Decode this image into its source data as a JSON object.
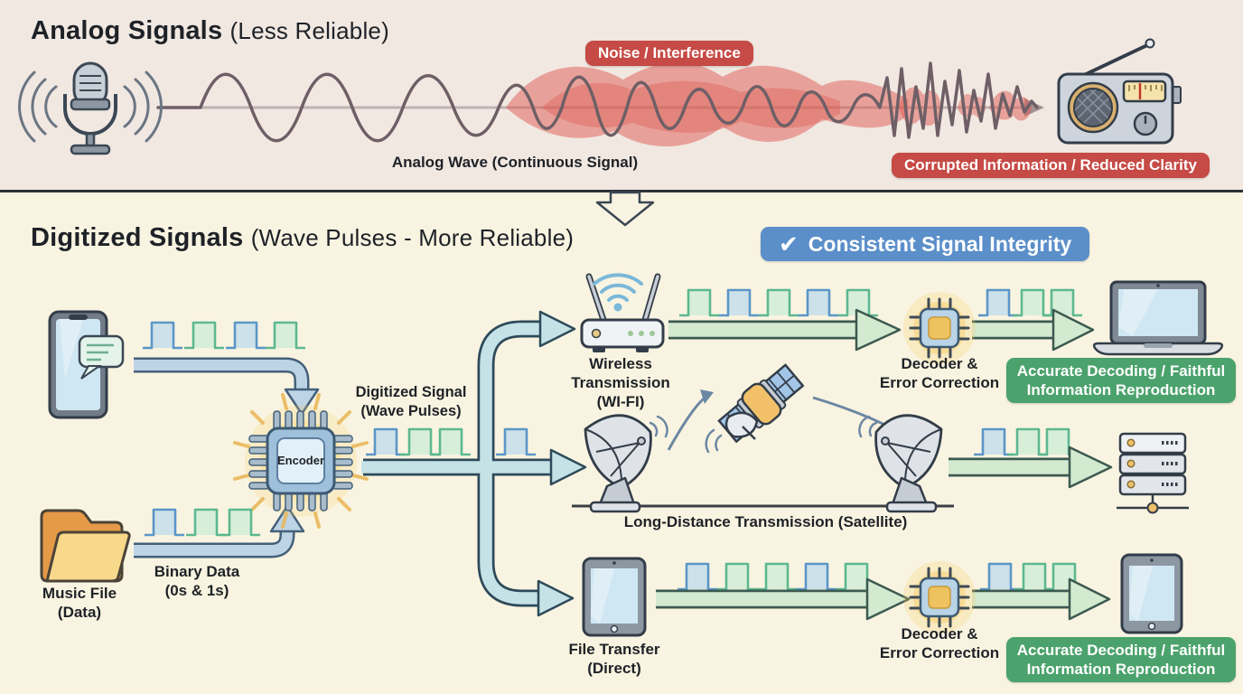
{
  "colors": {
    "top_background": "#f1e8e2",
    "bottom_background": "#f9f4e1",
    "badge_red": "#c64a45",
    "badge_blue": "#5b8fc9",
    "badge_green": "#4ba26c",
    "text": "#1e2227",
    "pulse_blue": "#5a96c8",
    "pulse_green": "#5cb890",
    "pipe_cyan": "#c5e3e7",
    "arrow_steel_blue": "#bdd3e6",
    "arrow_green": "#d3ead0",
    "noise_red": "#e05a52"
  },
  "icons": {
    "check": "✔"
  },
  "analog": {
    "title": "Analog Signals",
    "subtitle": "(Less Reliable)",
    "noise_badge": "Noise / Interference",
    "wave_label": "Analog Wave (Continuous Signal)",
    "corrupted_badge": "Corrupted Information / Reduced Clarity"
  },
  "digital": {
    "title": "Digitized Signals",
    "subtitle": "(Wave Pulses - More Reliable)",
    "integrity_badge": "Consistent Signal Integrity",
    "encoder": "Encoder",
    "digitized_signal": {
      "line1": "Digitized Signal",
      "line2": "(Wave Pulses)"
    },
    "music_file": {
      "line1": "Music File",
      "line2": "(Data)"
    },
    "binary_data": {
      "line1": "Binary Data",
      "line2": "(0s & 1s)"
    },
    "wifi": {
      "line1": "Wireless Transmission",
      "line2": "(WI-FI)"
    },
    "satellite_label": "Long-Distance Transmission (Satellite)",
    "file_transfer": {
      "line1": "File Transfer",
      "line2": "(Direct)"
    },
    "decoder_top": {
      "line1": "Decoder &",
      "line2": "Error Correction"
    },
    "decoder_bottom": {
      "line1": "Decoder &",
      "line2": "Error Correction"
    },
    "accurate_top": {
      "line1": "Accurate Decoding / Faithful",
      "line2": "Information Reproduction"
    },
    "accurate_bottom": {
      "line1": "Accurate Decoding / Faithful",
      "line2": "Information Reproduction"
    }
  }
}
